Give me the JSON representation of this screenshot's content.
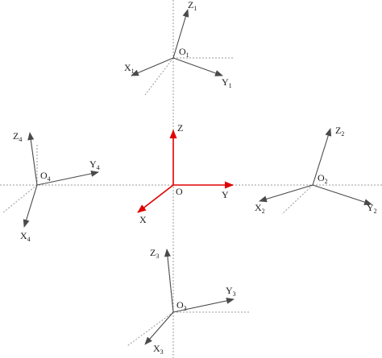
{
  "diagram": {
    "center": {
      "origin": "O",
      "x_axis": "X",
      "y_axis": "Y",
      "z_axis": "Z",
      "color": "#e00000"
    },
    "frames": [
      {
        "origin": "O",
        "index": "1",
        "x": "X",
        "y": "Y",
        "z": "Z"
      },
      {
        "origin": "O",
        "index": "2",
        "x": "X",
        "y": "Y",
        "z": "Z"
      },
      {
        "origin": "O",
        "index": "3",
        "x": "X",
        "y": "Y",
        "z": "Z"
      },
      {
        "origin": "O",
        "index": "4",
        "x": "X",
        "y": "Y",
        "z": "Z"
      }
    ],
    "frame_color": "#4a4a4a",
    "guide_color": "#9a9a9a"
  }
}
